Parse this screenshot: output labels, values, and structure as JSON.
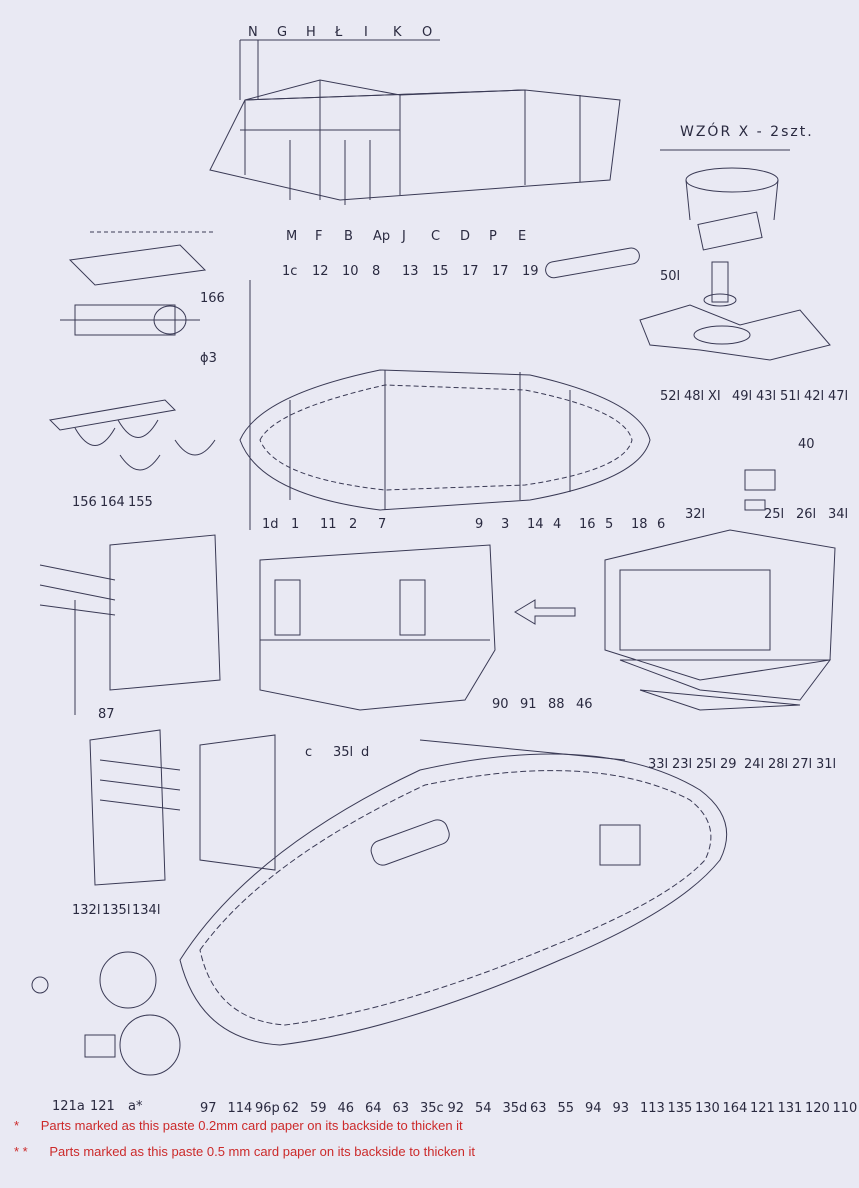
{
  "group_labels": {
    "top_hull_top": [
      "N",
      "G",
      "H",
      "Ł",
      "I",
      "K",
      "O"
    ],
    "top_hull_bottom": [
      "M",
      "F",
      "B",
      "Ap",
      "J",
      "C",
      "D",
      "P",
      "E"
    ],
    "turret_header": "WZÓR X - 2szt.",
    "turret_parts": [
      "50l",
      "52l",
      "48l",
      "XI",
      "49l",
      "43l",
      "51l",
      "42l",
      "47l"
    ],
    "hinge": [
      "166",
      "ϕ3"
    ],
    "brackets": [
      "156",
      "164",
      "155"
    ],
    "sponson_top": [
      "1c",
      "12",
      "10",
      "8",
      "13",
      "15",
      "17",
      "17",
      "19"
    ],
    "sponson_bottom": [
      "1d",
      "1",
      "11",
      "2",
      "7",
      "9",
      "3",
      "14",
      "4",
      "16",
      "5",
      "18",
      "6"
    ],
    "right_sponson": [
      "40",
      "32l",
      "25l",
      "26l",
      "34l"
    ],
    "right_sponson_bottom": [
      "33l",
      "23l",
      "25l",
      "29",
      "24l",
      "28l",
      "27l",
      "31l"
    ],
    "left_side": [
      "87"
    ],
    "center_box": [
      "c",
      "35l",
      "d"
    ],
    "vents": [
      "132l",
      "135l",
      "134l"
    ],
    "tank_top": [
      "90",
      "91",
      "88",
      "46"
    ],
    "wheels": [
      "121a",
      "121",
      "a*"
    ],
    "bottom_row": [
      "97",
      "114",
      "96p",
      "62",
      "59",
      "46",
      "64",
      "63",
      "35c",
      "92",
      "54",
      "35d",
      "63",
      "55",
      "94",
      "93",
      "113",
      "135",
      "130",
      "164",
      "121",
      "131",
      "120",
      "110"
    ]
  },
  "notes": {
    "note1_mark": "*",
    "note1_text": "Parts marked as this paste 0.2mm card paper on its backside to thicken it",
    "note2_mark": "* *",
    "note2_text": "Parts marked as this paste  0.5   mm card paper on its backside to thicken it"
  },
  "colors": {
    "background": "#e9e9f3",
    "ink": "#2a2a40",
    "note_red": "#cc2a2a"
  }
}
